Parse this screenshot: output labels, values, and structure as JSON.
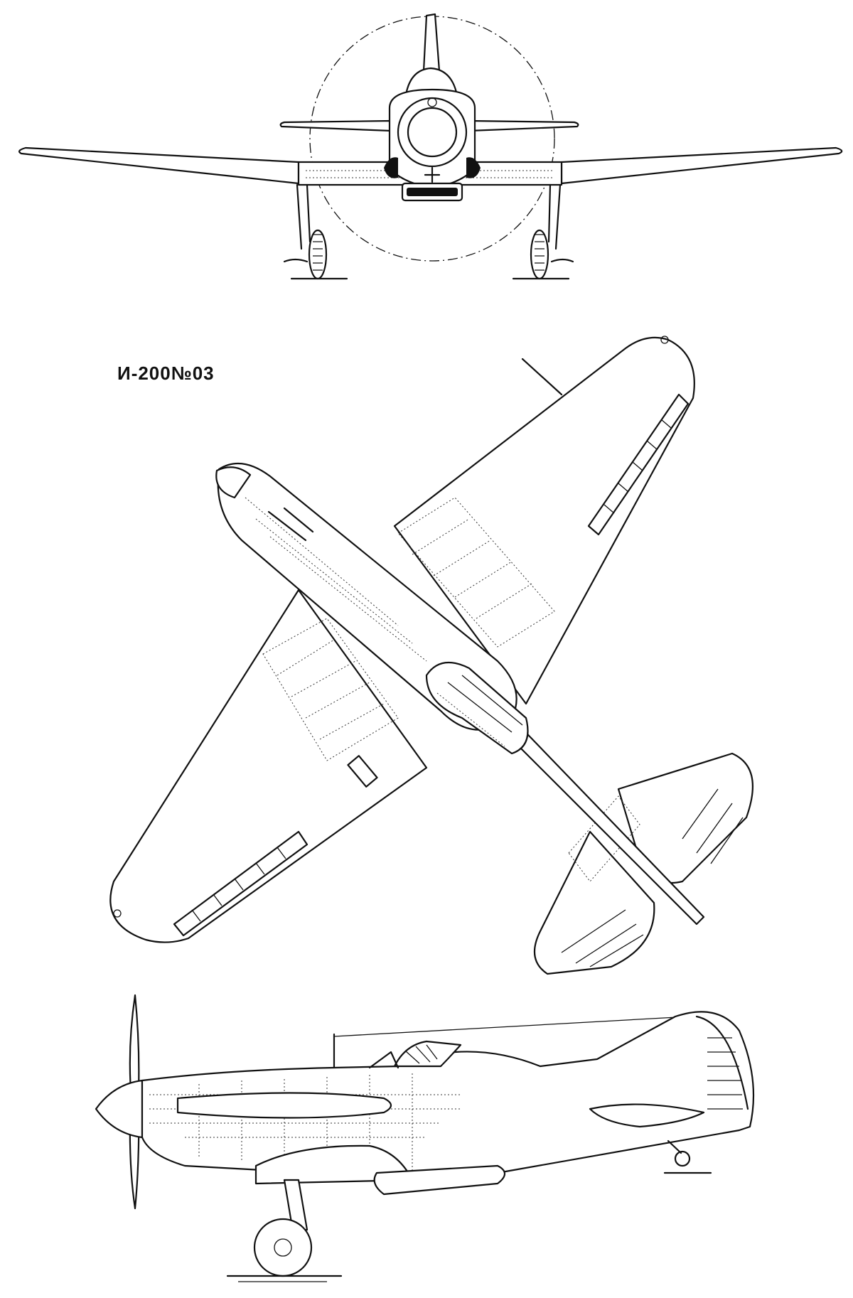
{
  "drawing": {
    "designation": "И-200№03",
    "views": [
      "front-view",
      "top-view",
      "side-view"
    ],
    "line_color": "#111111",
    "background": "#ffffff"
  }
}
